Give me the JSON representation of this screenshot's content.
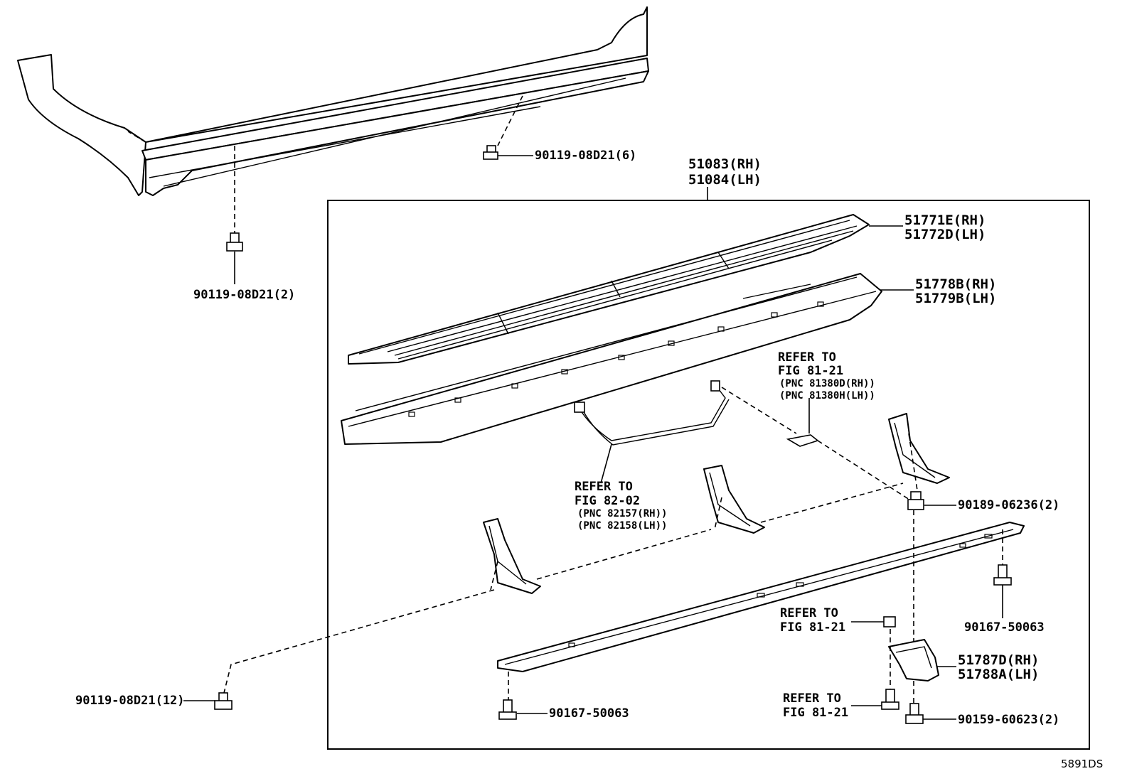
{
  "labels": {
    "bolt_upper_right": "90119-08D21(6)",
    "bolt_upper_left": "90119-08D21(2)",
    "assembly_rh": "51083(RH)",
    "assembly_lh": "51084(LH)",
    "step_cover_rh": "51771E(RH)",
    "step_cover_lh": "51772D(LH)",
    "step_rh": "51778B(RH)",
    "step_lh": "51779B(LH)",
    "ref_a_line1": "REFER TO",
    "ref_a_line2": "FIG 81-21",
    "ref_a_line3": "(PNC 81380D(RH))",
    "ref_a_line4": "(PNC 81380H(LH))",
    "ref_b_line1": "REFER TO",
    "ref_b_line2": "FIG 82-02",
    "ref_b_line3": "(PNC 82157(RH))",
    "ref_b_line4": "(PNC 82158(LH))",
    "nut_right": "90189-06236(2)",
    "screw_right": "90167-50063",
    "ref_c_line1": "REFER TO",
    "ref_c_line2": "FIG 81-21",
    "bracket_rh": "51787D(RH)",
    "bracket_lh": "51788A(LH)",
    "bolt_lower_left": "90119-08D21(12)",
    "screw_lower": "90167-50063",
    "ref_d_line1": "REFER TO",
    "ref_d_line2": "FIG 81-21",
    "bolt_lower_right": "90159-60623(2)",
    "diagram_code": "5891DS"
  }
}
